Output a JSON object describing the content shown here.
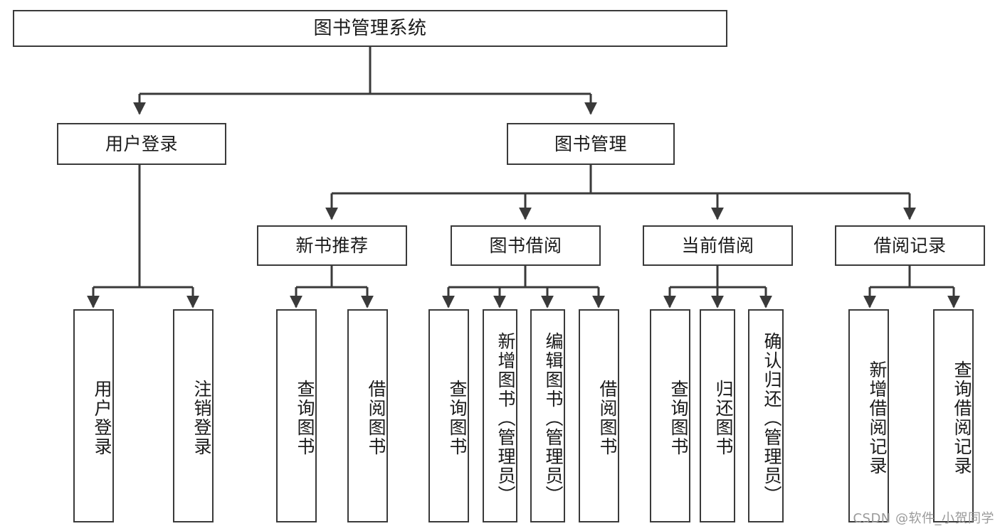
{
  "diagram": {
    "title": "图书管理系统",
    "type": "tree-hierarchy-chart",
    "background_color": "#ffffff",
    "line_color": "#3a3a3a",
    "text_color": "#1a1a1a"
  },
  "root": {
    "label": "图书管理系统"
  },
  "level2": {
    "user_login": "用户登录",
    "book_manage": "图书管理"
  },
  "level3": {
    "new_book_recommend": "新书推荐",
    "book_borrow": "图书借阅",
    "current_borrow": "当前借阅",
    "borrow_record": "借阅记录"
  },
  "leaves": {
    "user_login_children": [
      "用户登录",
      "注销登录"
    ],
    "new_book_recommend_children": [
      "查询图书",
      "借阅图书"
    ],
    "book_borrow_children": [
      "查询图书",
      "新增图书（管理员）",
      "编辑图书（管理员）",
      "借阅图书"
    ],
    "current_borrow_children": [
      "查询图书",
      "归还图书",
      "确认归还（管理员）"
    ],
    "borrow_record_children": [
      "新增借阅记录",
      "查询借阅记录"
    ]
  },
  "watermark": {
    "text": "CSDN @软件_小贺同学",
    "color": "#9a9a9a"
  }
}
